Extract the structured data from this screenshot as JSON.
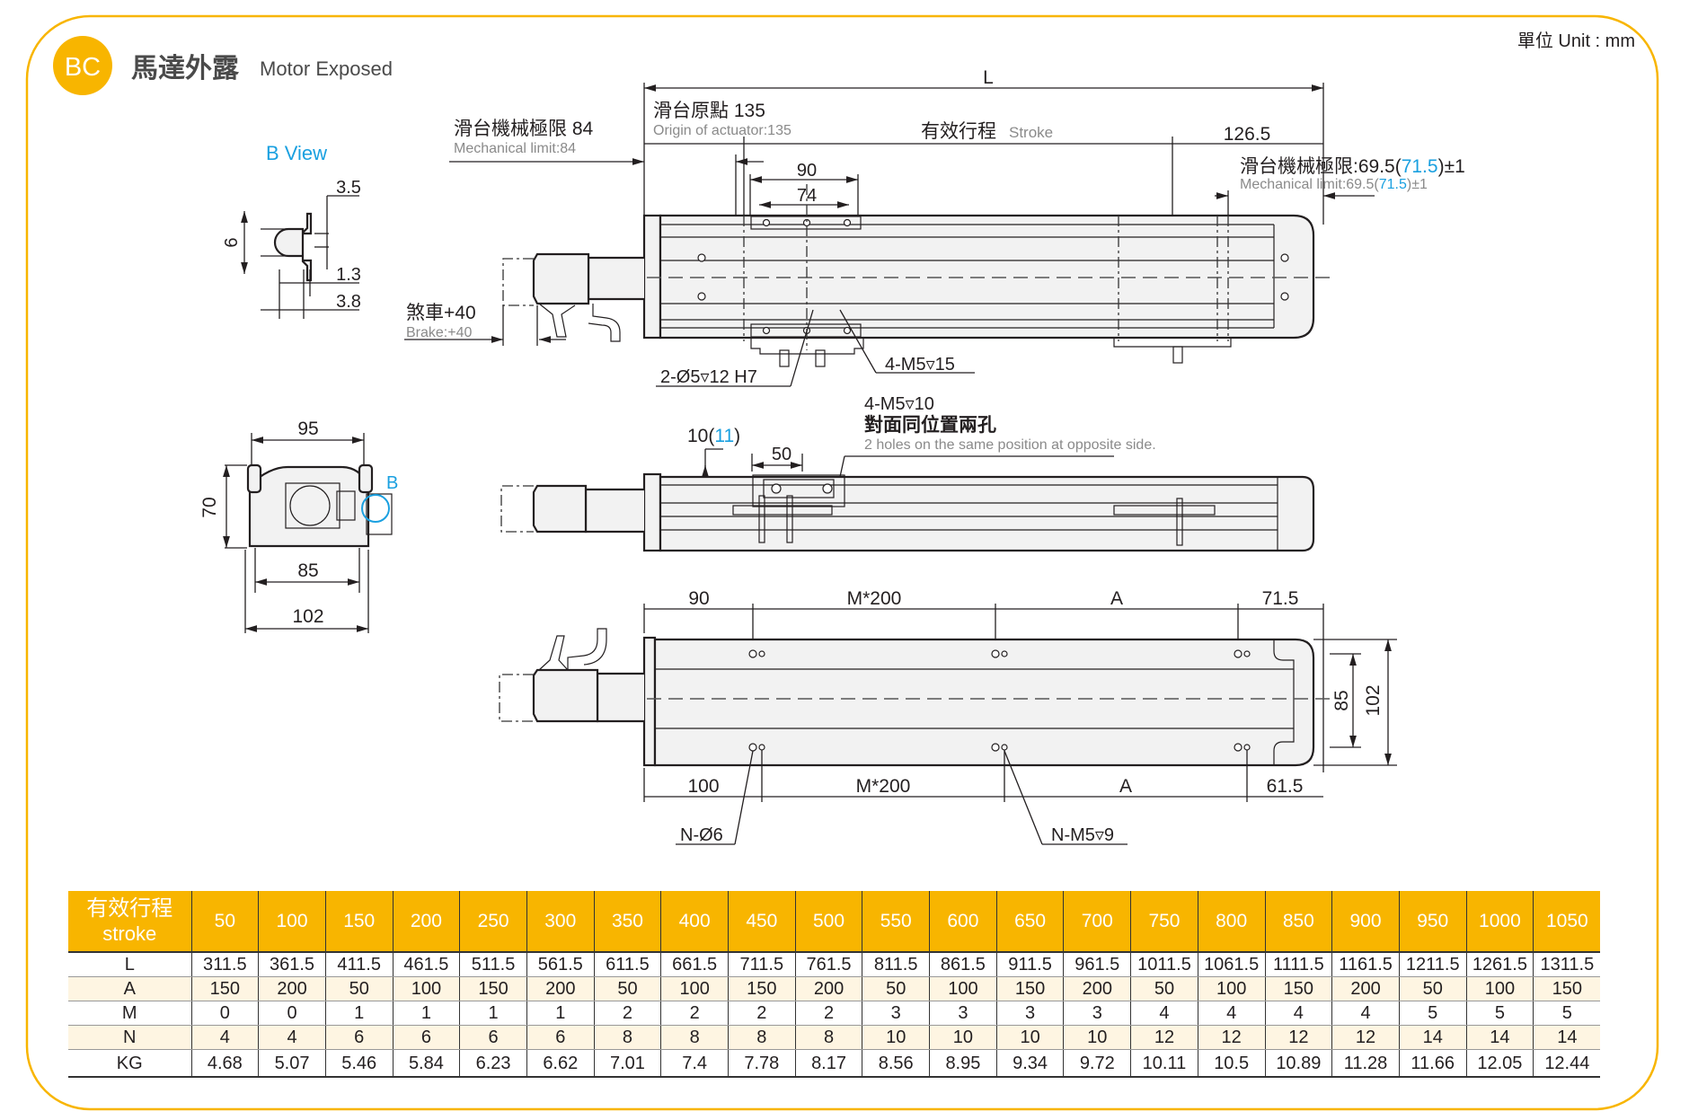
{
  "header": {
    "badge": "BC",
    "title_zh": "馬達外露",
    "title_en": "Motor Exposed",
    "unit": "單位 Unit : mm"
  },
  "colors": {
    "accent": "#f8b500",
    "highlight_blue": "#1aa0e0",
    "row_alt": "#fef5e2"
  },
  "b_view": {
    "title": "B View",
    "dims": {
      "d3_5": "3.5",
      "d6": "6",
      "d1_3": "1.3",
      "d3_8": "3.8"
    },
    "marker": "B"
  },
  "end_view": {
    "dims": {
      "w95": "95",
      "h70": "70",
      "w85": "85",
      "w102": "102"
    }
  },
  "side_view_top": {
    "L": "L",
    "mech_limit_left_zh": "滑台機械極限 84",
    "mech_limit_left_en": "Mechanical limit:84",
    "origin_zh": "滑台原點 135",
    "origin_en": "Origin of actuator:135",
    "stroke_zh": "有效行程",
    "stroke_en": "Stroke",
    "d126_5": "126.5",
    "mech_limit_right_zh_a": "滑台機械極限:69.5(",
    "mech_limit_right_zh_b": "71.5",
    "mech_limit_right_zh_c": ")±1",
    "mech_limit_right_en_a": "Mechanical limit:69.5(",
    "mech_limit_right_en_b": "71.5",
    "mech_limit_right_en_c": ")±1",
    "d90": "90",
    "d74": "74",
    "brake_zh": "煞車+40",
    "brake_en": "Brake:+40",
    "hole_pin": "2-Ø5▿12 H7",
    "hole_m5_15": "4-M5▿15"
  },
  "side_view_mid": {
    "hole_m5_10": "4-M5▿10",
    "opposite_zh": "對面同位置兩孔",
    "opposite_en": "2 holes on the same position at opposite side.",
    "d10_a": "10(",
    "d10_b": "11",
    "d10_c": ")",
    "d50": "50"
  },
  "bottom_view": {
    "top_dims": [
      "90",
      "M*200",
      "A",
      "71.5"
    ],
    "bottom_dims": [
      "100",
      "M*200",
      "A",
      "61.5"
    ],
    "d85": "85",
    "d102": "102",
    "hole_n6": "N-Ø6",
    "hole_nm5": "N-M5▿9"
  },
  "spec_table": {
    "header_zh": "有效行程",
    "header_en": "stroke",
    "strokes": [
      "50",
      "100",
      "150",
      "200",
      "250",
      "300",
      "350",
      "400",
      "450",
      "500",
      "550",
      "600",
      "650",
      "700",
      "750",
      "800",
      "850",
      "900",
      "950",
      "1000",
      "1050"
    ],
    "rows": [
      {
        "label": "L",
        "values": [
          "311.5",
          "361.5",
          "411.5",
          "461.5",
          "511.5",
          "561.5",
          "611.5",
          "661.5",
          "711.5",
          "761.5",
          "811.5",
          "861.5",
          "911.5",
          "961.5",
          "1011.5",
          "1061.5",
          "1111.5",
          "1161.5",
          "1211.5",
          "1261.5",
          "1311.5"
        ]
      },
      {
        "label": "A",
        "values": [
          "150",
          "200",
          "50",
          "100",
          "150",
          "200",
          "50",
          "100",
          "150",
          "200",
          "50",
          "100",
          "150",
          "200",
          "50",
          "100",
          "150",
          "200",
          "50",
          "100",
          "150"
        ]
      },
      {
        "label": "M",
        "values": [
          "0",
          "0",
          "1",
          "1",
          "1",
          "1",
          "2",
          "2",
          "2",
          "2",
          "3",
          "3",
          "3",
          "3",
          "4",
          "4",
          "4",
          "4",
          "5",
          "5",
          "5"
        ]
      },
      {
        "label": "N",
        "values": [
          "4",
          "4",
          "6",
          "6",
          "6",
          "6",
          "8",
          "8",
          "8",
          "8",
          "10",
          "10",
          "10",
          "10",
          "12",
          "12",
          "12",
          "12",
          "14",
          "14",
          "14"
        ]
      },
      {
        "label": "KG",
        "values": [
          "4.68",
          "5.07",
          "5.46",
          "5.84",
          "6.23",
          "6.62",
          "7.01",
          "7.4",
          "7.78",
          "8.17",
          "8.56",
          "8.95",
          "9.34",
          "9.72",
          "10.11",
          "10.5",
          "10.89",
          "11.28",
          "11.66",
          "12.05",
          "12.44"
        ]
      }
    ]
  }
}
